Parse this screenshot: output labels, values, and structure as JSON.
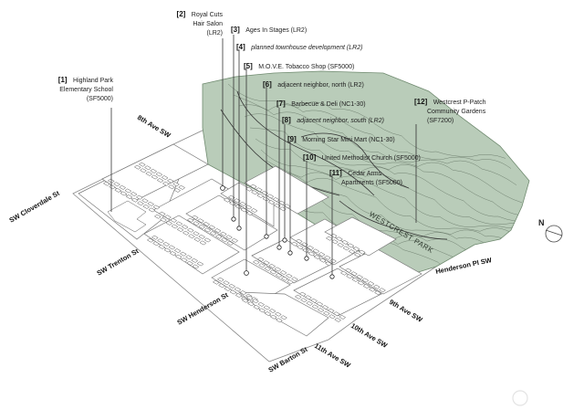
{
  "map": {
    "colors": {
      "park": "#b9ccb9",
      "park_dark": "#9db59d",
      "road": "#ffffff",
      "block_edge": "#777777"
    },
    "callouts": [
      {
        "id": "1",
        "num": "[1]",
        "lines": [
          "Highland Park",
          "Elementary School",
          "(SF5000)"
        ]
      },
      {
        "id": "2",
        "num": "[2]",
        "lines": [
          "Royal Cuts",
          "Hair Salon",
          "(LR2)"
        ]
      },
      {
        "id": "3",
        "num": "[3]",
        "lines": [
          "Ages In Stages (LR2)"
        ]
      },
      {
        "id": "4",
        "num": "[4]",
        "lines": [
          "planned townhouse development (LR2)"
        ]
      },
      {
        "id": "5",
        "num": "[5]",
        "lines": [
          "M.O.V.E. Tobacco Shop (SF5000)"
        ]
      },
      {
        "id": "6",
        "num": "[6]",
        "lines": [
          "adjacent neighbor, north (LR2)"
        ]
      },
      {
        "id": "7",
        "num": "[7]",
        "lines": [
          "Barbecue & Deli (NC1-30)"
        ]
      },
      {
        "id": "8",
        "num": "[8]",
        "lines": [
          "adjacent neighbor, south (LR2)"
        ]
      },
      {
        "id": "9",
        "num": "[9]",
        "lines": [
          "Morning Star Mini Mart (NC1-30)"
        ]
      },
      {
        "id": "10",
        "num": "[10]",
        "lines": [
          "United Methodist Church (SF5000)"
        ]
      },
      {
        "id": "11",
        "num": "[11]",
        "lines": [
          "Cedar Arms",
          "Apartments (SF5000)"
        ]
      },
      {
        "id": "12",
        "num": "[12]",
        "lines": [
          "Westcrest P-Patch",
          "Community Gardens",
          "(SF7200)"
        ]
      }
    ],
    "streets": {
      "s8th": "8th Ave SW",
      "cloverdale": "SW Cloverdale St",
      "trenton": "SW Trenton St",
      "henderson": "SW Henderson St",
      "barton": "SW Barton St",
      "henderson_pl": "Henderson Pl SW",
      "s9th": "9th Ave SW",
      "s10th": "10th Ave SW",
      "s11th": "11th Ave SW",
      "park": "WESTCREST PARK"
    },
    "north": "N"
  }
}
